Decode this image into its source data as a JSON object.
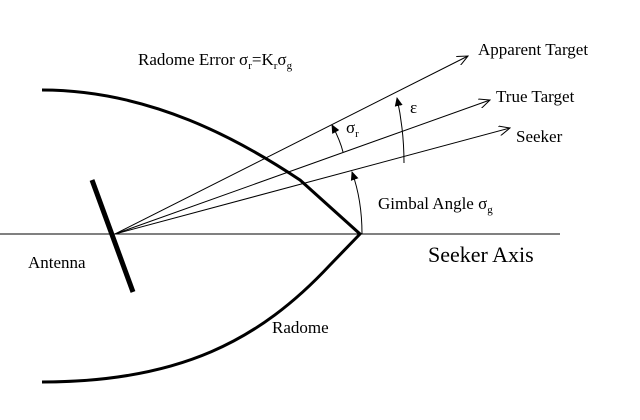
{
  "labels": {
    "radome_error_prefix": "Radome Error ",
    "sigma": "σ",
    "sub_r": "r",
    "equals_k": "=K",
    "sub_g": "g",
    "apparent_target": "Apparent Target",
    "true_target": "True Target",
    "seeker": "Seeker",
    "epsilon": "ε",
    "gimbal_angle": "Gimbal Angle ",
    "antenna": "Antenna",
    "seeker_axis": "Seeker Axis",
    "radome": "Radome"
  }
}
